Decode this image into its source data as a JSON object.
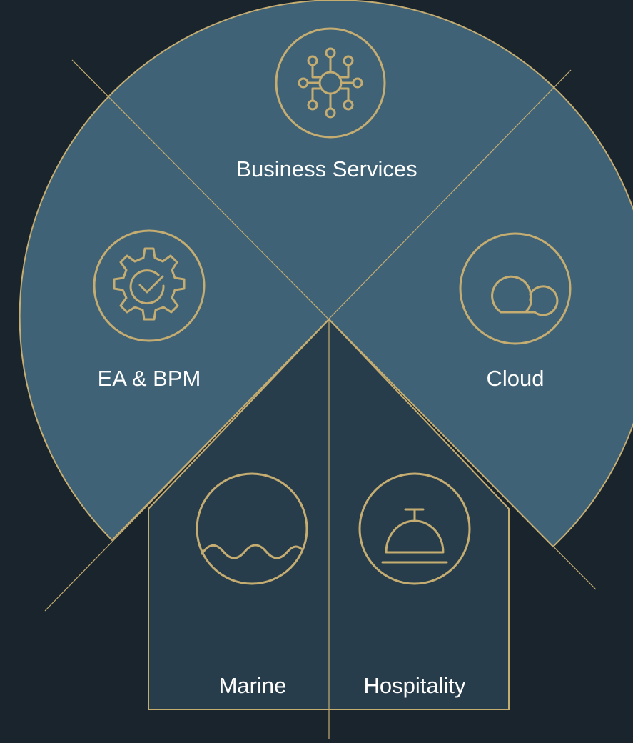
{
  "colors": {
    "background": "#1a242c",
    "segment_fill": "#3f6276",
    "house_fill": "#283d4b",
    "accent_gold": "#c5ad72",
    "label_text": "#ffffff"
  },
  "segments": [
    {
      "id": "business-services",
      "label": "Business Services",
      "icon": "network-hub-icon"
    },
    {
      "id": "ea-bpm",
      "label": "EA & BPM",
      "icon": "gear-check-icon"
    },
    {
      "id": "cloud",
      "label": "Cloud",
      "icon": "cloud-icon"
    },
    {
      "id": "marine",
      "label": "Marine",
      "icon": "waves-icon"
    },
    {
      "id": "hospitality",
      "label": "Hospitality",
      "icon": "service-bell-icon"
    }
  ]
}
